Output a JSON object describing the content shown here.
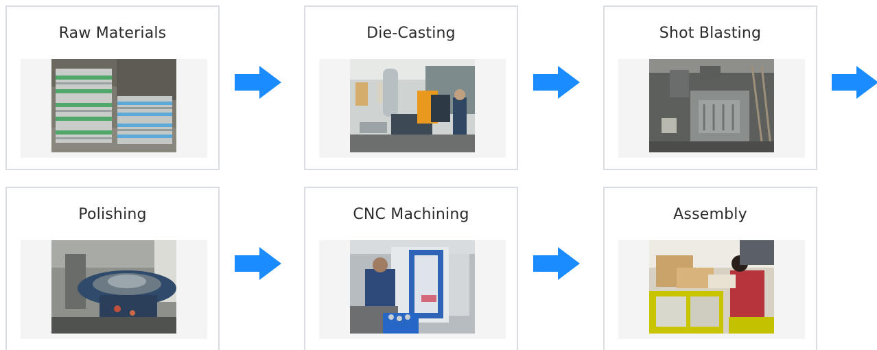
{
  "steps": [
    {
      "label": "Raw Materials",
      "photo": "aluminum-ingot-stacks"
    },
    {
      "label": "Die-Casting",
      "photo": "die-casting-machine"
    },
    {
      "label": "Shot Blasting",
      "photo": "shot-blasting-machine"
    },
    {
      "label": "Polishing",
      "photo": "vibratory-polishing-machine"
    },
    {
      "label": "CNC Machining",
      "photo": "cnc-machining-center"
    },
    {
      "label": "Assembly",
      "photo": "assembly-workers"
    }
  ],
  "arrow_icon": "arrow-right-icon",
  "colors": {
    "arrow": "#1a8cff",
    "card_border": "#d9dde2",
    "photo_frame": "#f4f4f4",
    "text": "#2b2b2b"
  }
}
